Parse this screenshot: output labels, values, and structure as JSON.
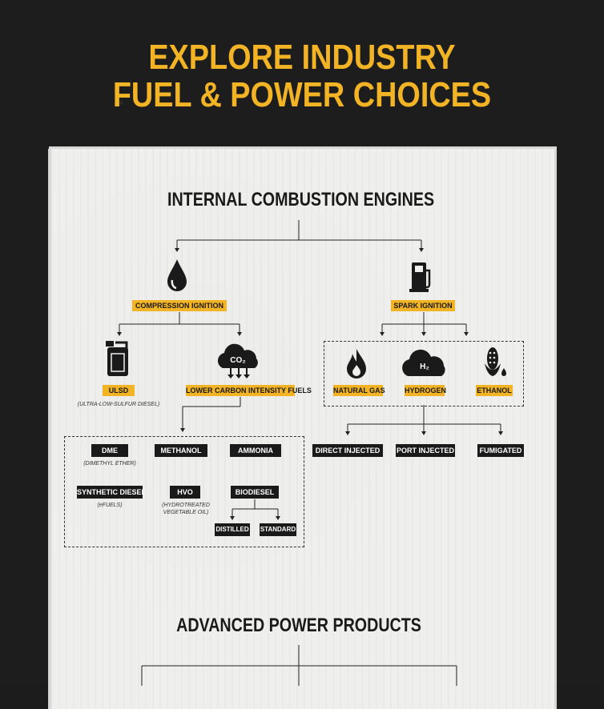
{
  "title": {
    "line1": "EXPLORE INDUSTRY",
    "line2": "FUEL & POWER CHOICES"
  },
  "section1": {
    "heading": "INTERNAL COMBUSTION ENGINES",
    "compression": {
      "label": "COMPRESSION IGNITION",
      "ulsd": {
        "label": "ULSD",
        "sub": "(ULTRA-LOW-SULFUR DIESEL)"
      },
      "lcif": {
        "label": "LOWER CARBON INTENSITY FUELS",
        "cloud_text": "CO₂"
      },
      "fuels": {
        "dme": {
          "label": "DME",
          "sub": "(DIMETHYL ETHER)"
        },
        "methanol": {
          "label": "METHANOL"
        },
        "ammonia": {
          "label": "AMMONIA"
        },
        "synthetic_diesel": {
          "label": "SYNTHETIC DIESEL",
          "sub": "(eFUELS)"
        },
        "hvo": {
          "label": "HVO",
          "sub1": "(HYDROTREATED",
          "sub2": "VEGETABLE OIL)"
        },
        "biodiesel": {
          "label": "BIODIESEL",
          "distilled": "DISTILLED",
          "standard": "STANDARD"
        }
      }
    },
    "spark": {
      "label": "SPARK IGNITION",
      "natural_gas": "NATURAL GAS",
      "hydrogen": {
        "label": "HYDROGEN",
        "cloud_text": "H₂"
      },
      "ethanol": "ETHANOL",
      "methods": [
        "DIRECT INJECTED",
        "PORT INJECTED",
        "FUMIGATED"
      ]
    }
  },
  "section2": {
    "heading": "ADVANCED POWER PRODUCTS"
  },
  "colors": {
    "accent": "#f2b324",
    "ink": "#1a1a1a",
    "paper": "#efefed",
    "background": "#1c1c1c"
  }
}
